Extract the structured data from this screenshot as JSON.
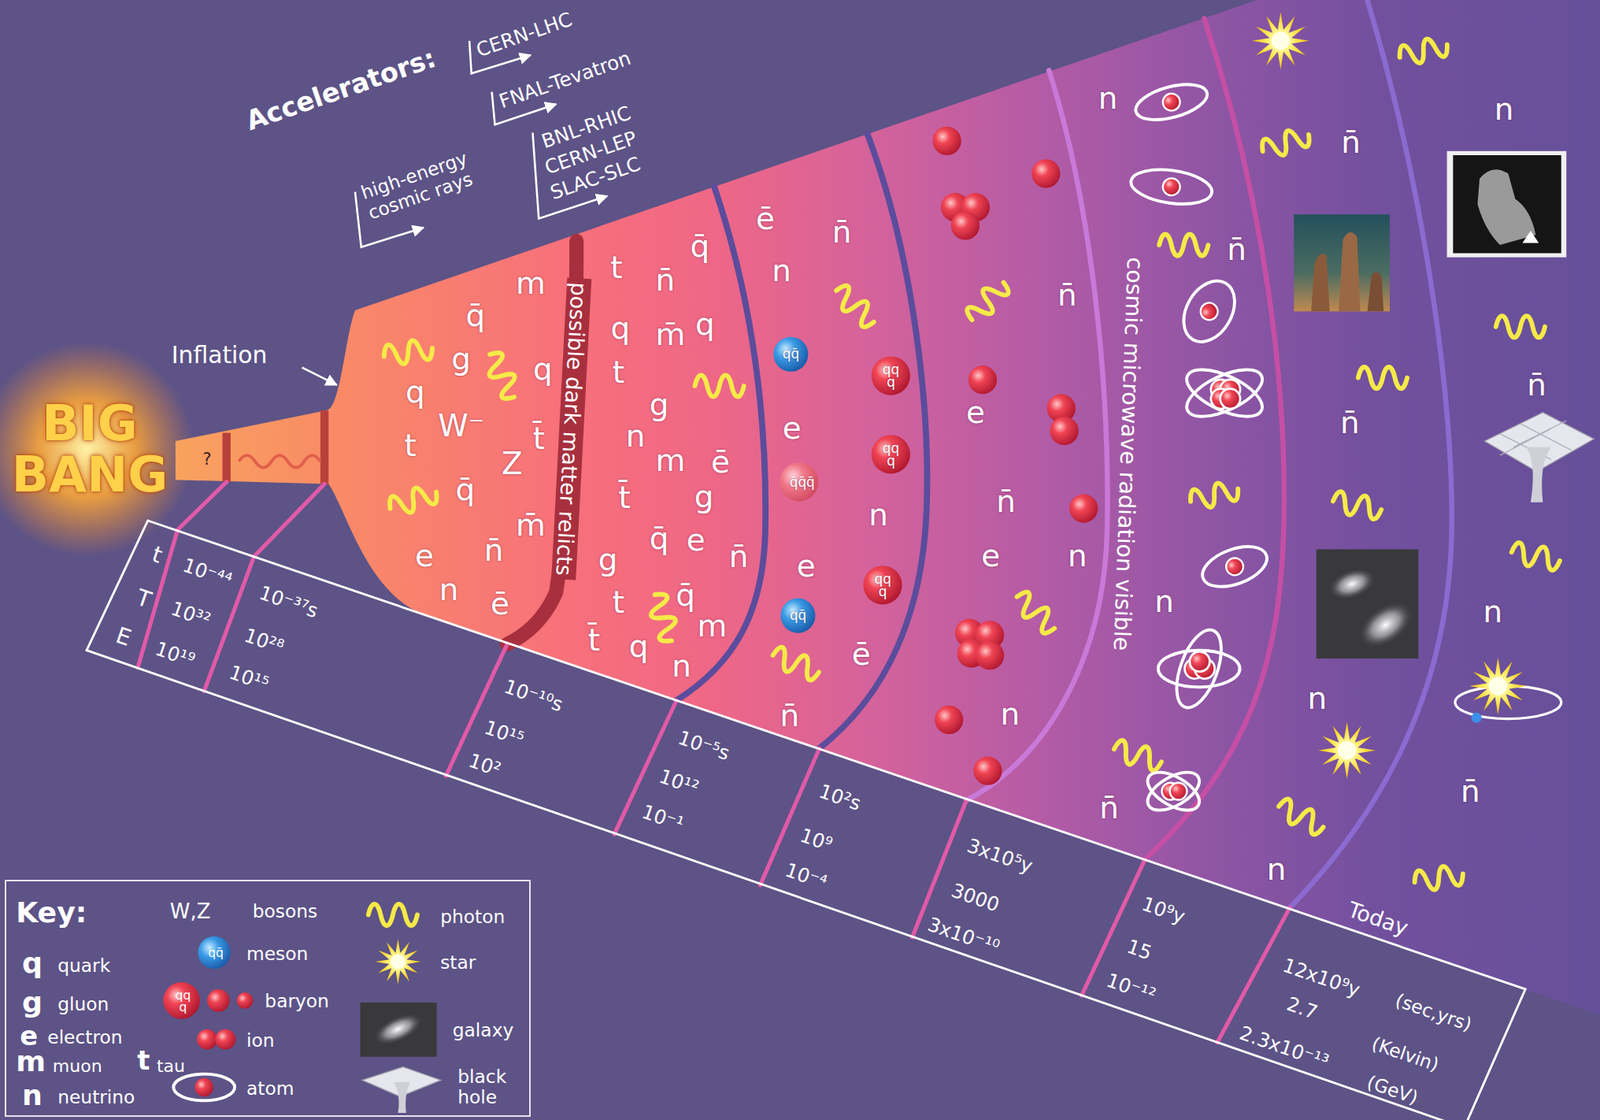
{
  "diagram": {
    "nodes": [
      {
        "text": [
          "t",
          "T",
          "E",
          "10⁻⁴⁴",
          "10³²",
          "10¹⁹",
          "10⁻³⁷s",
          "10²⁸",
          "10¹⁵",
          "10⁻¹⁰s",
          "10¹⁵",
          "10²",
          "10⁻⁵s",
          "10¹²",
          "10⁻¹",
          "10²s",
          "10⁹",
          "10⁻⁴",
          "3x10⁵y",
          "3000",
          "3x10⁻¹⁰",
          "10⁹y",
          "15",
          "10⁻¹²",
          "Today",
          "12x10⁹y",
          "2.7",
          "2.3x10⁻¹³",
          "(sec,yrs)",
          "(Kelvin)",
          "(GeV)"
        ]
      },
      {
        "text": [
          "Key:",
          "q",
          "g",
          "e",
          "m",
          "t",
          "n",
          "W,Z",
          "qq̄",
          "qqq"
        ]
      }
    ],
    "labels": [
      "Accelerators:",
      "CERN-LHC",
      "FNAL-Tevatron",
      "BNL-RHIC",
      "CERN-LEP",
      "SLAC-SLC",
      "high-energy cosmic rays",
      "Inflation",
      "BIG BANG",
      "?",
      "possible dark matter relicts",
      "cosmic microwave radiation visible",
      "m",
      "q̄",
      "g",
      "q",
      "q",
      "W⁻",
      "t",
      "t̄",
      "Z",
      "q̄",
      "m̄",
      "n̄",
      "e",
      "n",
      "ē",
      "q̄",
      "t",
      "n̄",
      "q",
      "q",
      "m̄",
      "t",
      "g",
      "n",
      "m",
      "ē",
      "g",
      "t̄",
      "q̄",
      "e",
      "n̄",
      "g",
      "q̄",
      "t",
      "m",
      "t̄",
      "q",
      "n",
      "ē",
      "n̄",
      "n",
      "qq̄",
      "qqq",
      "e",
      "qqq",
      "q̄q̄q̄",
      "n",
      "e",
      "qqq",
      "qq̄",
      "ē",
      "n̄",
      "n̄",
      "e",
      "n̄",
      "e",
      "n",
      "n",
      "n",
      "n̄",
      "n",
      "n̄",
      "n̄",
      "n̄",
      "n",
      "n",
      "n",
      "n̄",
      "n",
      "n̄"
    ],
    "legend": [
      {
        "text": "quark"
      },
      {
        "text": "gluon"
      },
      {
        "text": "electron"
      },
      {
        "text": "muon"
      },
      {
        "text": "tau"
      },
      {
        "text": "neutrino"
      },
      {
        "text": "bosons"
      },
      {
        "text": "meson"
      },
      {
        "text": "baryon"
      },
      {
        "text": "ion"
      },
      {
        "text": "atom"
      },
      {
        "text": "photon"
      },
      {
        "text": "star"
      },
      {
        "text": "galaxy"
      },
      {
        "text": "black hole"
      }
    ]
  }
}
